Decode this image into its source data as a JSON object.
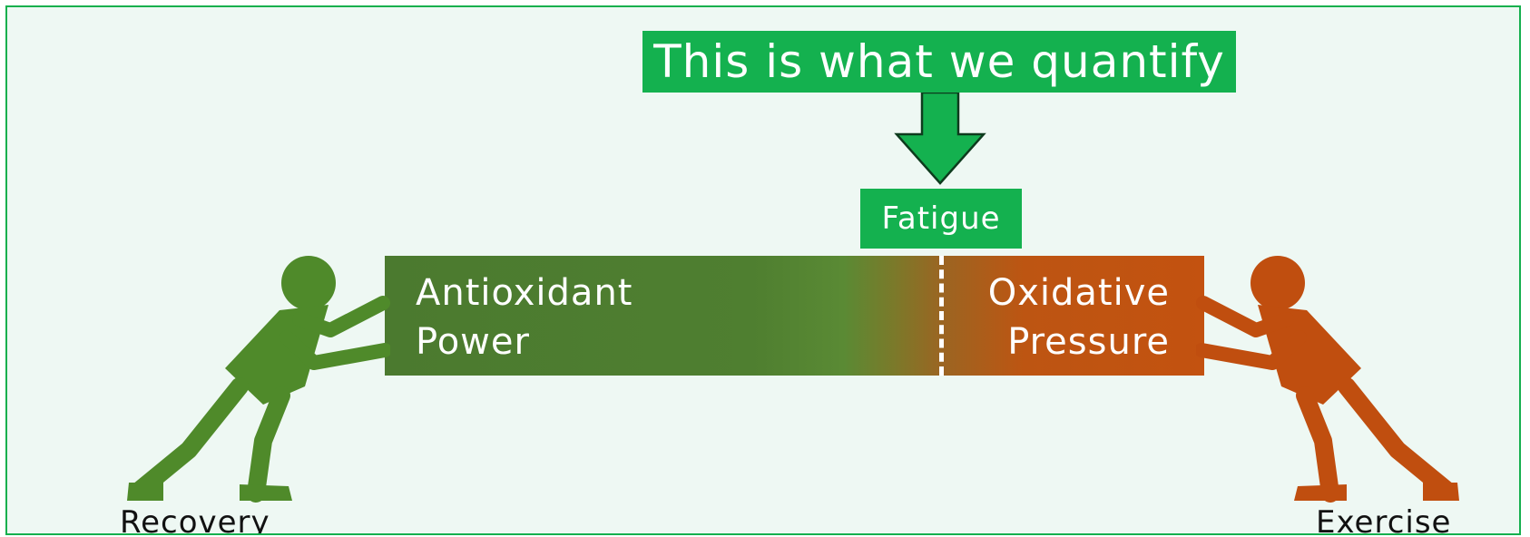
{
  "headline": "This is what we quantify",
  "indicator": "Fatigue",
  "bar": {
    "left_label": "Antioxidant\nPower",
    "right_label": "Oxidative\nPressure"
  },
  "figures": {
    "left_caption": "Recovery",
    "right_caption": "Exercise"
  },
  "colors": {
    "frame_border": "#15b04e",
    "background": "#eef8f3",
    "label_fill": "#14b14f",
    "recovery_green": "#4f8a2a",
    "exercise_orange": "#c04e0f"
  }
}
